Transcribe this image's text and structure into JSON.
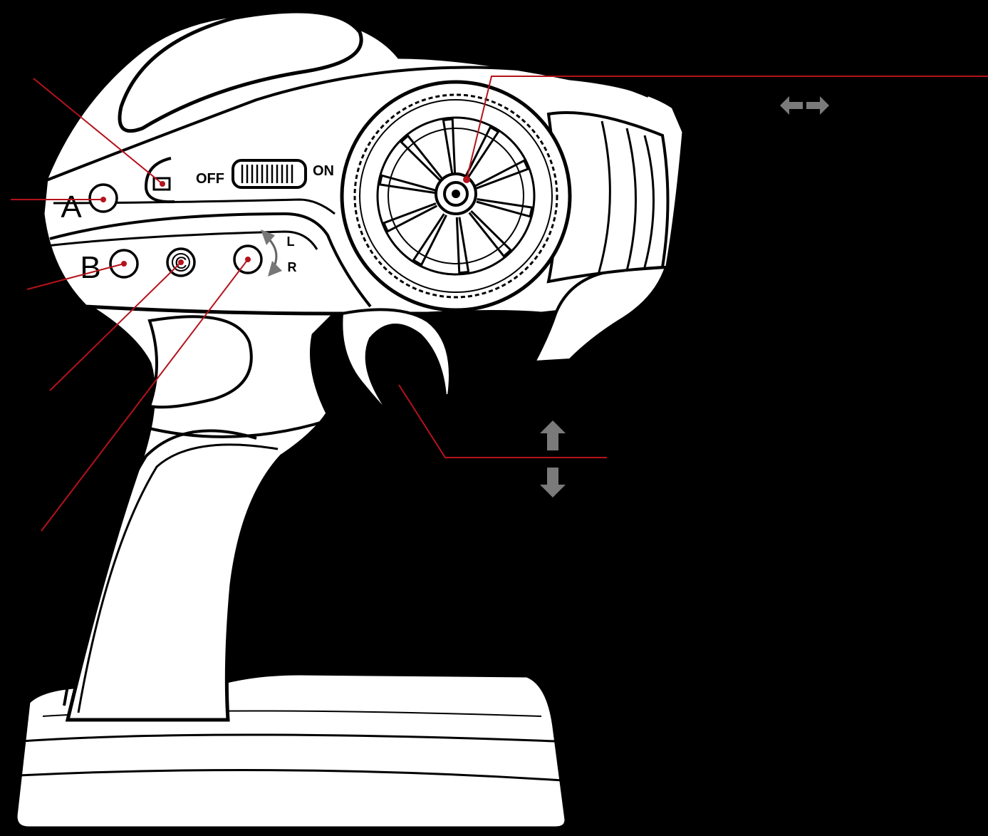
{
  "labels": {
    "button_a": "A",
    "button_b": "B",
    "button_c": "C",
    "switch_off": "OFF",
    "switch_on": "ON",
    "trim_left": "L",
    "trim_right": "R"
  },
  "colors": {
    "background": "#000000",
    "body": "#ffffff",
    "outline": "#000000",
    "leader": "#b5121b",
    "arrow": "#7a7a7a"
  },
  "icons": {
    "steering": "horizontal-double-arrow-icon",
    "throttle": "vertical-double-arrow-icon",
    "trim": "curved-double-arrow-icon"
  }
}
